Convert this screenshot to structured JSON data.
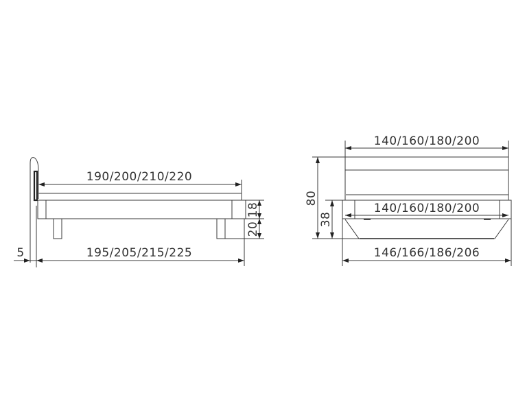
{
  "diagram": {
    "subject": "Bed dimension drawing",
    "views": {
      "side": {
        "overall_length_label": "195/205/215/225",
        "mattress_length_label": "190/200/210/220",
        "headboard_offset_label": "5",
        "frame_height_label": "18",
        "leg_height_label": "20"
      },
      "front": {
        "top_width_label": "140/160/180/200",
        "inner_width_label": "140/160/180/200",
        "overall_width_label": "146/166/186/206",
        "total_height_label": "80",
        "frame_top_height_label": "38"
      }
    }
  }
}
